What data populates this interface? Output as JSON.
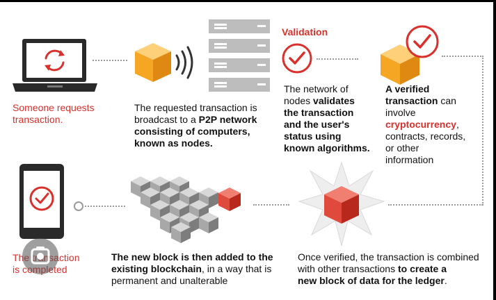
{
  "colors": {
    "accent": "#d9302c",
    "orange": "#f5a623",
    "gray": "#a5a5a5",
    "dark": "#222222"
  },
  "icons": {
    "laptop": "laptop-icon",
    "broadcast_cube": "orange-cube-icon",
    "server": "server-stack-icon",
    "validation_check": "checkmark-circle-icon",
    "verified_cube": "checked-orange-cube-icon",
    "phone": "phone-check-icon",
    "blockchain": "cube-cluster-icon",
    "new_block": "starburst-red-cube-icon"
  },
  "step1": {
    "caption": "Someone requests\ntransaction."
  },
  "step2": {
    "lead": "The requested transaction is\nbroadcast to a ",
    "bold": "P2P network\nconsisting of computers,\nknown as nodes."
  },
  "step3": {
    "heading": "Validation",
    "lead": "The network of\nnodes ",
    "bold": "validates\nthe transaction\nand the user's\nstatus using\nknown algorithms."
  },
  "step4": {
    "bold": "A verified\ntransaction",
    "mid": " can\ninvolve\n",
    "red": "cryptocurrency",
    "tail": ",\ncontracts, records,\nor other\ninformation"
  },
  "step5": {
    "lead": "Once verified, the transaction is combined\nwith other transactions ",
    "bold": "to create a\nnew block of data for the ledger",
    "tail": "."
  },
  "step6": {
    "bold": "The new block is then added to the\nexisting blockchain",
    "tail": ", in a way that is\npermanent and unalterable"
  },
  "step7": {
    "caption": "The transaction\nis completed"
  }
}
